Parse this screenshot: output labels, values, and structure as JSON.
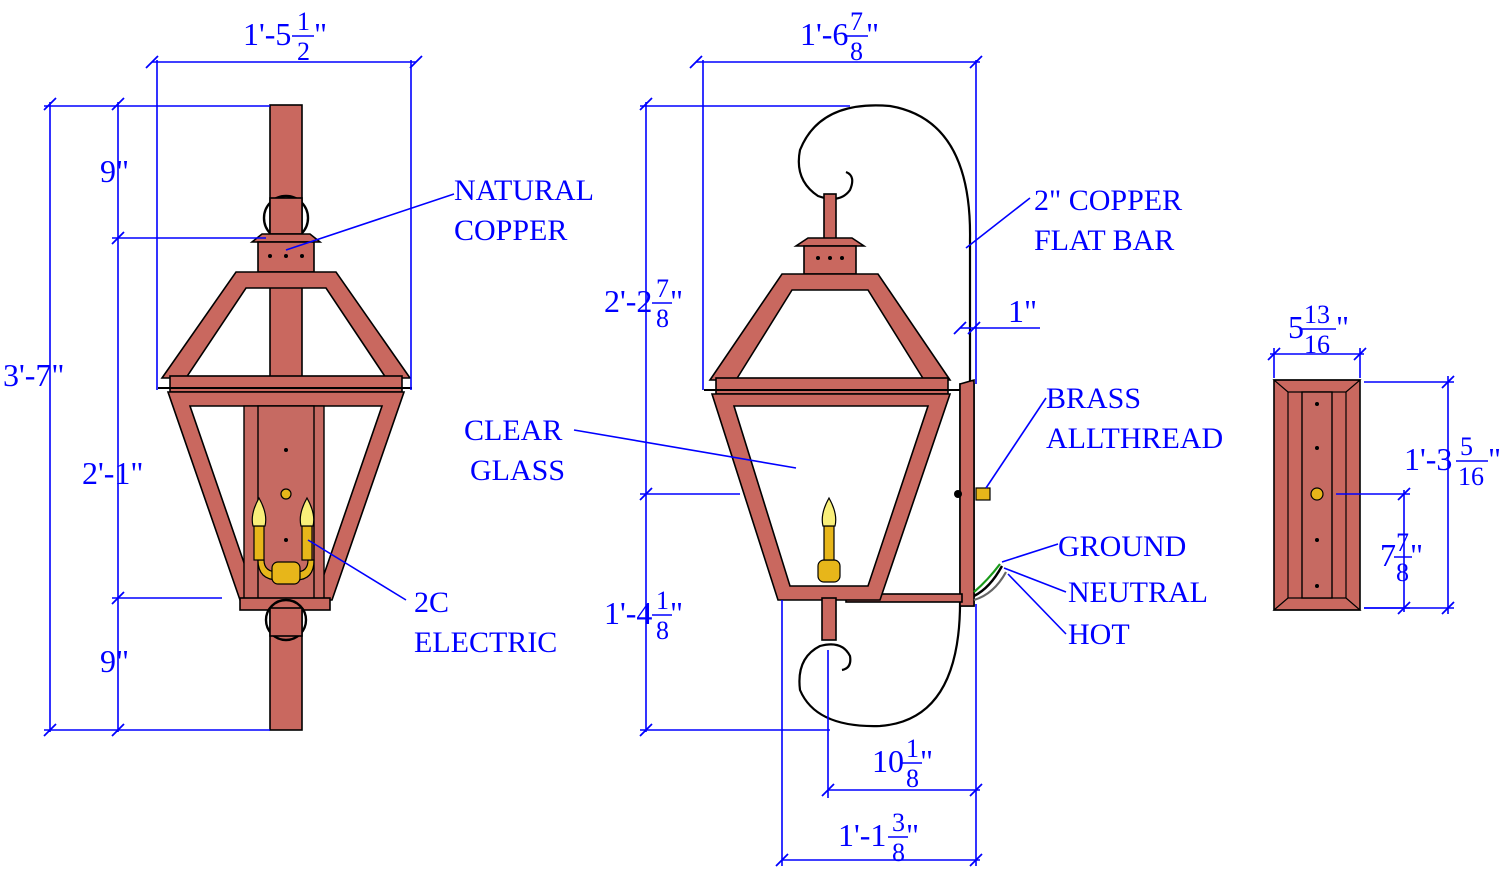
{
  "front_view": {
    "overall_width": {
      "whole": "1'-5",
      "num": "1",
      "den": "2",
      "unit": "\""
    },
    "overall_height": "3'-7\"",
    "top_section": "9\"",
    "middle_section": "2'-1\"",
    "bottom_section": "9\"",
    "callout_material": [
      "NATURAL",
      "COPPER"
    ],
    "callout_electric": [
      "2C",
      "ELECTRIC"
    ]
  },
  "side_view": {
    "overall_width": {
      "whole": "1'-6",
      "num": "7",
      "den": "8",
      "unit": "\""
    },
    "upper_height": {
      "whole": "2'-2",
      "num": "7",
      "den": "8",
      "unit": "\""
    },
    "lower_height": {
      "whole": "1'-4",
      "num": "1",
      "den": "8",
      "unit": "\""
    },
    "bar_thickness": "1\"",
    "scroll_depth": {
      "whole": "10",
      "num": "1",
      "den": "8",
      "unit": "\""
    },
    "projection": {
      "whole": "1'-1",
      "num": "3",
      "den": "8",
      "unit": "\""
    },
    "callout_bar": [
      "2\" COPPER",
      "FLAT BAR"
    ],
    "callout_glass": [
      "CLEAR",
      "GLASS"
    ],
    "callout_allthread": [
      "BRASS",
      "ALLTHREAD"
    ],
    "wires": [
      "GROUND",
      "NEUTRAL",
      "HOT"
    ]
  },
  "backplate_view": {
    "width": {
      "whole": "5",
      "num": "13",
      "den": "16",
      "unit": "\""
    },
    "height": {
      "whole": "1'-3",
      "num": "5",
      "den": "16",
      "unit": "\""
    },
    "hole_height": {
      "whole": "7",
      "num": "7",
      "den": "8",
      "unit": "\""
    }
  },
  "colors": {
    "dimension_lines": "#0000ff",
    "copper": "#c9685f",
    "brass": "#e7b61a",
    "outline": "#000000"
  }
}
